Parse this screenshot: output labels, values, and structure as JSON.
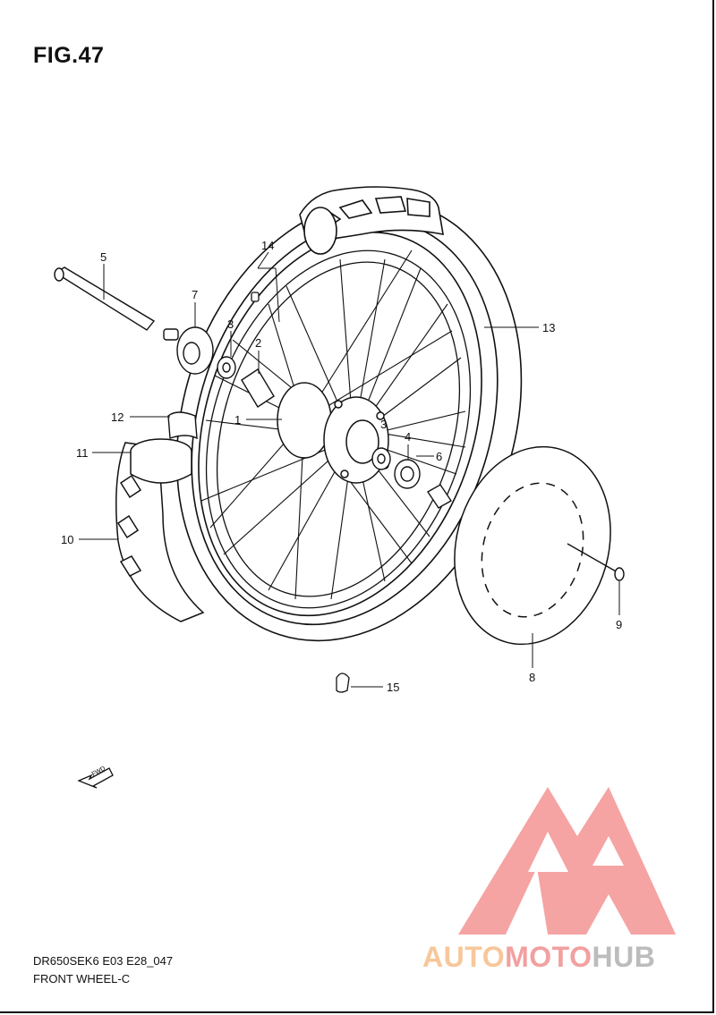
{
  "figure": {
    "title": "FIG.47",
    "code": "DR650SEK6 E03 E28_047",
    "name": "FRONT WHEEL-C"
  },
  "part_labels": [
    {
      "id": "1",
      "text": "1"
    },
    {
      "id": "2",
      "text": "2"
    },
    {
      "id": "3a",
      "text": "3"
    },
    {
      "id": "3b",
      "text": "3"
    },
    {
      "id": "4",
      "text": "4"
    },
    {
      "id": "5",
      "text": "5"
    },
    {
      "id": "6",
      "text": "6"
    },
    {
      "id": "7",
      "text": "7"
    },
    {
      "id": "8",
      "text": "8"
    },
    {
      "id": "9",
      "text": "9"
    },
    {
      "id": "10",
      "text": "10"
    },
    {
      "id": "11",
      "text": "11"
    },
    {
      "id": "12",
      "text": "12"
    },
    {
      "id": "13",
      "text": "13"
    },
    {
      "id": "14",
      "text": "14"
    },
    {
      "id": "15",
      "text": "15"
    }
  ],
  "fwd_marker": "FWD",
  "watermark": {
    "part1": "AUTO",
    "part2": "MOTO",
    "part3": "HUB",
    "colors": {
      "part1": "#f7c79a",
      "part2": "#f2a0a0",
      "part3": "#bcbcbc",
      "logo": "#f49a9a"
    }
  }
}
